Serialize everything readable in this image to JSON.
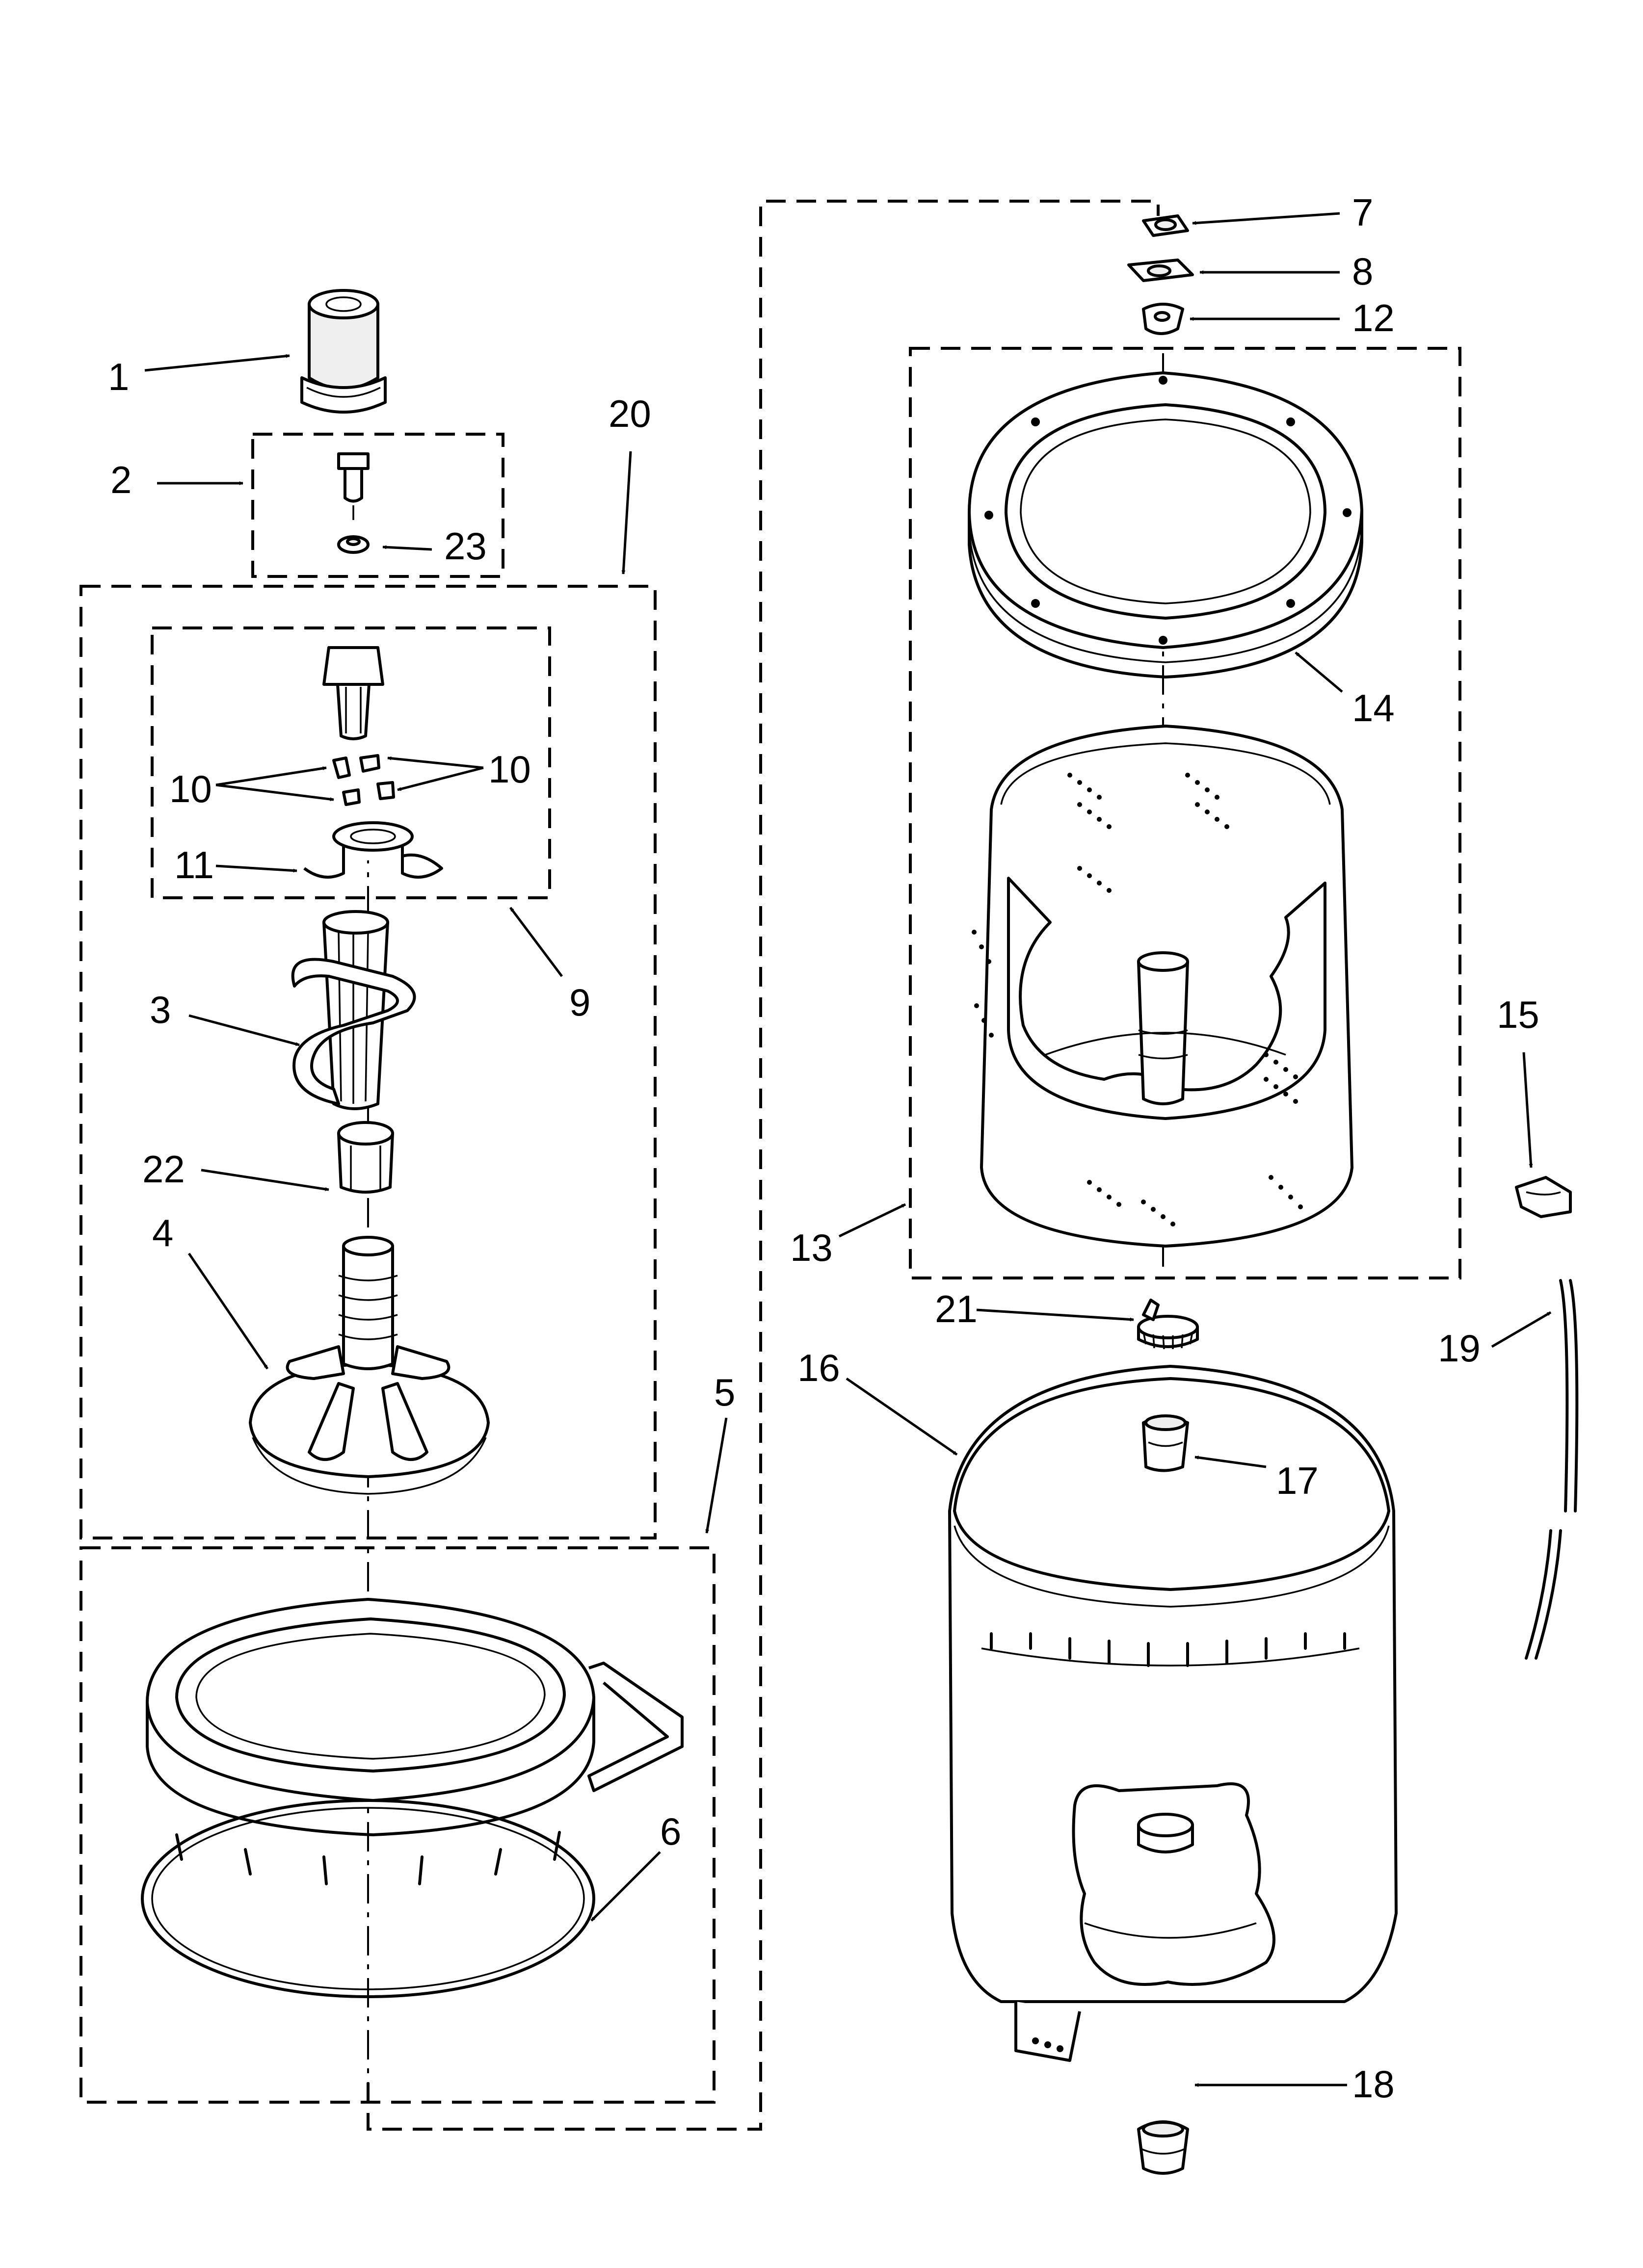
{
  "diagram": {
    "type": "exploded parts diagram",
    "callouts": [
      {
        "id": "c1",
        "text": "1",
        "part": "fabric softener dispenser"
      },
      {
        "id": "c2",
        "text": "2",
        "part": "bolt kit"
      },
      {
        "id": "c3",
        "text": "3",
        "part": "agitator auger"
      },
      {
        "id": "c4",
        "text": "4",
        "part": "agitator base"
      },
      {
        "id": "c5",
        "text": "5",
        "part": "tub ring assembly"
      },
      {
        "id": "c6",
        "text": "6",
        "part": "tub ring seal"
      },
      {
        "id": "c7",
        "text": "7",
        "part": "drive bell cap"
      },
      {
        "id": "c8",
        "text": "8",
        "part": "spanner washer"
      },
      {
        "id": "c9",
        "text": "9",
        "part": "agitator cam kit"
      },
      {
        "id": "c10a",
        "text": "10",
        "part": "dog"
      },
      {
        "id": "c10b",
        "text": "10",
        "part": "dog"
      },
      {
        "id": "c11",
        "text": "11",
        "part": "agitator cam"
      },
      {
        "id": "c12",
        "text": "12",
        "part": "hub nut"
      },
      {
        "id": "c13",
        "text": "13",
        "part": "basket assembly"
      },
      {
        "id": "c14",
        "text": "14",
        "part": "balance ring"
      },
      {
        "id": "c15",
        "text": "15",
        "part": "hose clamp"
      },
      {
        "id": "c16",
        "text": "16",
        "part": "outer tub"
      },
      {
        "id": "c17",
        "text": "17",
        "part": "tub seal"
      },
      {
        "id": "c18",
        "text": "18",
        "part": "tub grommet"
      },
      {
        "id": "c19",
        "text": "19",
        "part": "pressure hose"
      },
      {
        "id": "c20",
        "text": "20",
        "part": "agitator assembly"
      },
      {
        "id": "c21",
        "text": "21",
        "part": "basket drive clamp"
      },
      {
        "id": "c22",
        "text": "22",
        "part": "agitator coupler"
      },
      {
        "id": "c23",
        "text": "23",
        "part": "washer"
      }
    ]
  }
}
